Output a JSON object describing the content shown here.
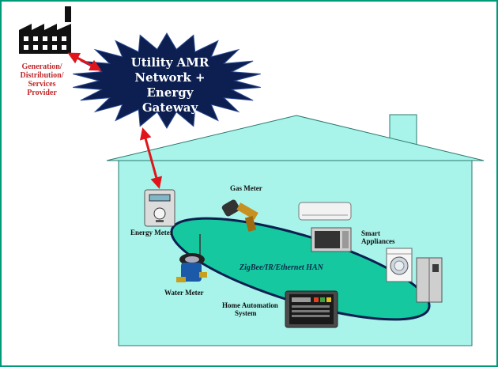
{
  "provider": {
    "lines": [
      "Generation/",
      "Distribution/",
      "Services",
      "Provider"
    ]
  },
  "gateway": {
    "lines": [
      "Utility AMR",
      "Network  +",
      "Energy",
      "Gateway"
    ]
  },
  "devices": {
    "gas_meter": "Gas Meter",
    "energy_meter": "Energy Meter",
    "water_meter": "Water Meter",
    "smart_appliances": [
      "Smart",
      "Appliances"
    ],
    "home_automation": [
      "Home Automation",
      "System"
    ]
  },
  "network": {
    "label": "ZigBee/IR/Ethernet HAN"
  },
  "colors": {
    "border": "#009a78",
    "house_fill": "#a8f4ea",
    "ellipse_fill": "#16c8a0",
    "burst_fill": "#0c1f50",
    "arrow": "#e0141a",
    "label_red": "#c0282a"
  },
  "icons": [
    "factory-icon",
    "energy-meter-icon",
    "gas-meter-icon",
    "water-meter-icon",
    "air-conditioner-icon",
    "microwave-icon",
    "washing-machine-icon",
    "refrigerator-icon",
    "control-panel-icon"
  ]
}
